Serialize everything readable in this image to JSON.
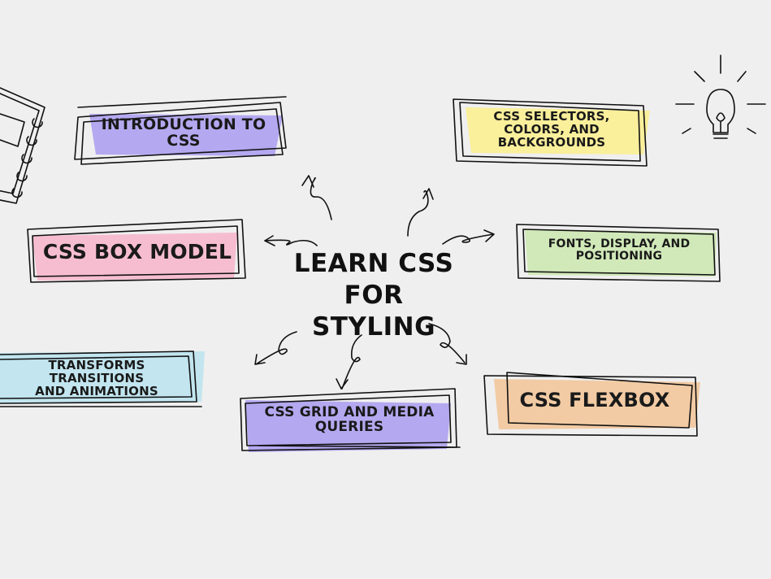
{
  "center": {
    "line1": "Learn CSS for",
    "line2": "styling"
  },
  "nodes": {
    "intro": {
      "line1": "Introduction to",
      "line2": "CSS"
    },
    "box_model": {
      "line1": "CSS Box Model"
    },
    "transforms": {
      "line1": "Transforms Transitions",
      "line2": "and Animations"
    },
    "grid": {
      "line1": "CSS Grid and Media",
      "line2": "Queries"
    },
    "selectors": {
      "line1": "CSS Selectors,",
      "line2": "Colors, and",
      "line3": "Backgrounds"
    },
    "fonts": {
      "line1": "Fonts, Display, and",
      "line2": "Positioning"
    },
    "flexbox": {
      "line1": "CSS Flexbox"
    }
  },
  "colors": {
    "background": "#efefef",
    "ink": "#111111",
    "purple": "#a99cf0",
    "pink": "#f6b7cd",
    "blue": "#bfe4ee",
    "yellow": "#faee96",
    "green": "#cfe8b5",
    "orange": "#f2c79b"
  },
  "icons": [
    "notebook-icon",
    "lightbulb-icon"
  ]
}
